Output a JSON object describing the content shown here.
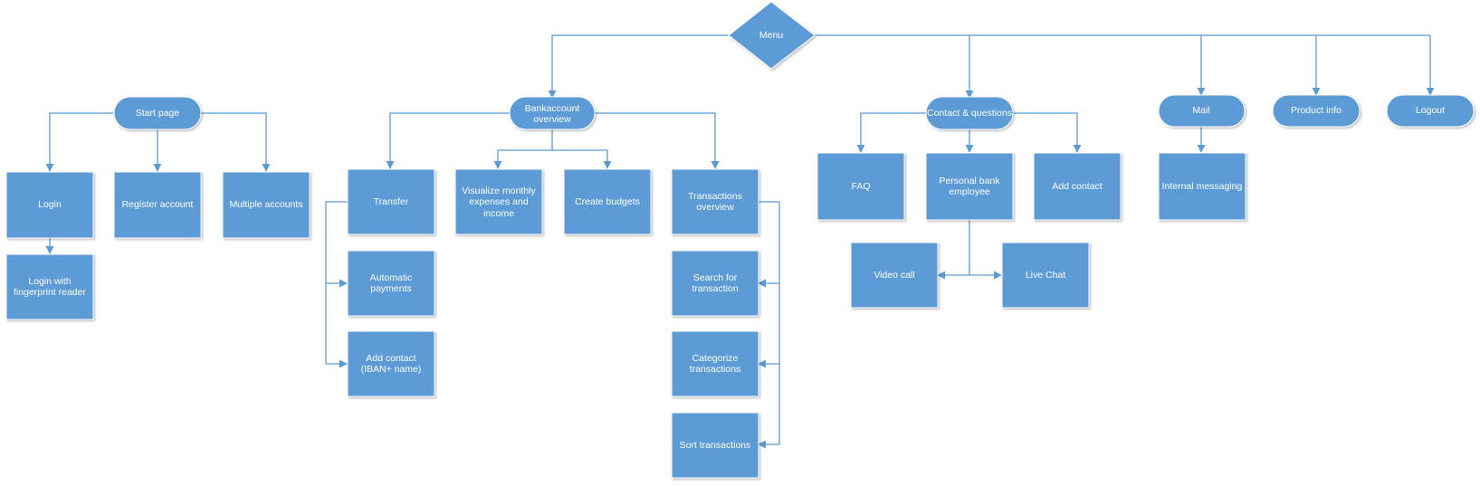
{
  "nodes": {
    "menu": "Menu",
    "start_page": "Start page",
    "bankaccount_overview": [
      "Bankaccount",
      "overview"
    ],
    "contact_questions": "Contact & questions",
    "mail": "Mail",
    "product_info": "Product info",
    "logout": "Logout",
    "login": "Login",
    "register_account": "Register account",
    "multiple_accounts": "Multiple accounts",
    "login_fingerprint": [
      "Login with",
      "fingerprint reader"
    ],
    "transfer": "Transfer",
    "automatic_payments": [
      "Automatic",
      "payments"
    ],
    "add_contact_iban": [
      "Add contact",
      "(IBAN+ name)"
    ],
    "visualize_monthly": [
      "Visualize monthly",
      "expenses and",
      "income"
    ],
    "create_budgets": "Create budgets",
    "transactions_overview": [
      "Transactions",
      "overview"
    ],
    "search_transaction": [
      "Search for",
      "transaction"
    ],
    "categorize_transactions": [
      "Categorize",
      "transactions"
    ],
    "sort_transactions": "Sort transactions",
    "faq": "FAQ",
    "personal_bank_employee": [
      "Personal bank",
      "employee"
    ],
    "add_contact": "Add contact",
    "video_call": "Video call",
    "live_chat": "Live Chat",
    "internal_messaging": "Internal messaging"
  },
  "colors": {
    "node_fill": "#5b9bd5",
    "connector": "#5b9bd5",
    "text": "#ffffff"
  }
}
